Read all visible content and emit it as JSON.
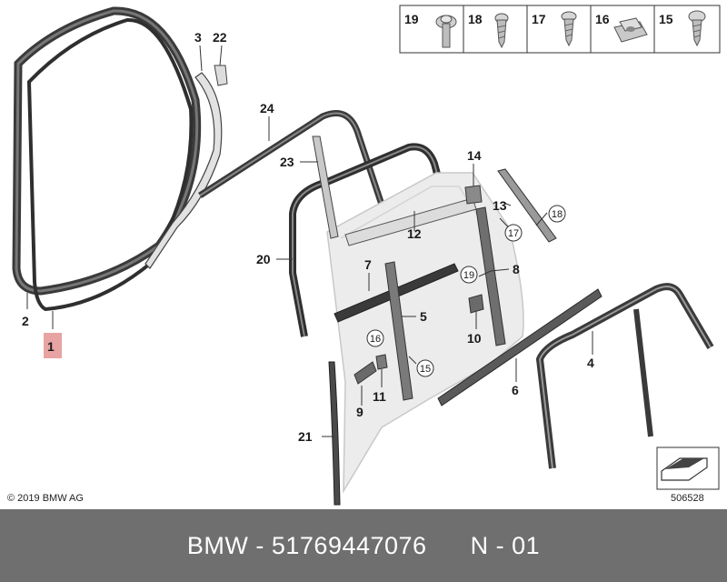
{
  "fasteners": [
    {
      "number": "19",
      "icon": "torx-screw-with-washer-icon"
    },
    {
      "number": "18",
      "icon": "self-tapping-screw-icon"
    },
    {
      "number": "17",
      "icon": "flat-head-screw-icon"
    },
    {
      "number": "16",
      "icon": "clip-nut-icon"
    },
    {
      "number": "15",
      "icon": "panhead-screw-icon"
    }
  ],
  "callouts": {
    "p1": "1",
    "p2": "2",
    "p3": "3",
    "p22": "22",
    "p24": "24",
    "p23": "23",
    "p14": "14",
    "p13": "13",
    "p18": "18",
    "p17": "17",
    "p12": "12",
    "p20": "20",
    "p7": "7",
    "p19": "19",
    "p8": "8",
    "p5": "5",
    "p10": "10",
    "p16": "16",
    "p15": "15",
    "p9": "9",
    "p11": "11",
    "p4": "4",
    "p6": "6",
    "p21": "21"
  },
  "highlight_color": "#e8a3a3",
  "copyright": "© 2019 BMW AG",
  "diagram_id": "506528",
  "footer": {
    "brand": "BMW",
    "part_number": "51769447076",
    "position": "N - 01"
  }
}
